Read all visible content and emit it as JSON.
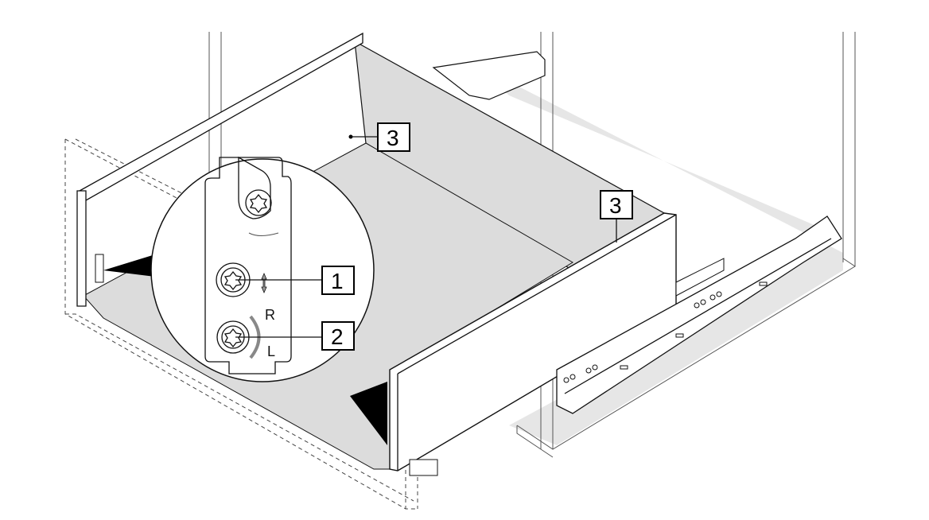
{
  "diagram": {
    "callouts": [
      {
        "id": "back-panel-3",
        "label": "3"
      },
      {
        "id": "front-panel-3",
        "label": "3"
      },
      {
        "id": "height-adjust-1",
        "label": "1"
      },
      {
        "id": "side-adjust-2",
        "label": "2"
      }
    ],
    "detail_labels": {
      "right": "R",
      "left": "L"
    },
    "colors": {
      "panel_gray": "#dcdcdc",
      "floor_gray": "#e6e6e6",
      "line": "#111111",
      "arrow_gray": "#888888"
    }
  }
}
